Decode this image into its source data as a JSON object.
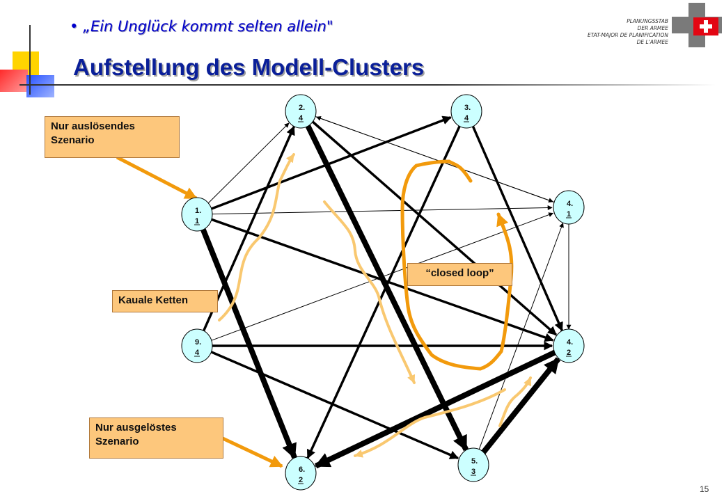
{
  "header": {
    "subtitle": "„Ein Unglück kommt selten allein\"",
    "title": "Aufstellung des Modell-Clusters",
    "org_lines": [
      "PLANUNGSSTAB",
      "DER ARMEE",
      "ETAT-MAJOR DE PLANIFICATION",
      "DE L'ARMEE"
    ],
    "page_number": "15"
  },
  "nodes": [
    {
      "id": "n11",
      "line1": "1.",
      "line2": "1"
    },
    {
      "id": "n24",
      "line1": "2.",
      "line2": "4"
    },
    {
      "id": "n34",
      "line1": "3.",
      "line2": "4"
    },
    {
      "id": "n41",
      "line1": "4.",
      "line2": "1"
    },
    {
      "id": "n42",
      "line1": "4.",
      "line2": "2"
    },
    {
      "id": "n53",
      "line1": "5.",
      "line2": "3"
    },
    {
      "id": "n62",
      "line1": "6.",
      "line2": "2"
    },
    {
      "id": "n94",
      "line1": "9.",
      "line2": "4"
    }
  ],
  "edges": [
    {
      "from": "n11",
      "to": "n24",
      "weight": "thin"
    },
    {
      "from": "n11",
      "to": "n34",
      "weight": "medium"
    },
    {
      "from": "n11",
      "to": "n41",
      "weight": "thin"
    },
    {
      "from": "n11",
      "to": "n42",
      "weight": "medium"
    },
    {
      "from": "n11",
      "to": "n62",
      "weight": "heavy"
    },
    {
      "from": "n24",
      "to": "n41",
      "weight": "thin"
    },
    {
      "from": "n41",
      "to": "n24",
      "weight": "thin"
    },
    {
      "from": "n24",
      "to": "n42",
      "weight": "medium"
    },
    {
      "from": "n24",
      "to": "n53",
      "weight": "heavy"
    },
    {
      "from": "n34",
      "to": "n42",
      "weight": "medium"
    },
    {
      "from": "n34",
      "to": "n62",
      "weight": "medium"
    },
    {
      "from": "n41",
      "to": "n42",
      "weight": "thin"
    },
    {
      "from": "n94",
      "to": "n24",
      "weight": "medium"
    },
    {
      "from": "n94",
      "to": "n41",
      "weight": "thin"
    },
    {
      "from": "n94",
      "to": "n42",
      "weight": "medium"
    },
    {
      "from": "n94",
      "to": "n53",
      "weight": "medium"
    },
    {
      "from": "n53",
      "to": "n41",
      "weight": "thin"
    },
    {
      "from": "n53",
      "to": "n42",
      "weight": "heavy"
    },
    {
      "from": "n42",
      "to": "n62",
      "weight": "heavy"
    }
  ],
  "labels": {
    "trigger_box": "Nur auslösendes Szenario",
    "triggered_box": "Nur ausgelöstes Szenario",
    "chains_box": "Kauale Ketten",
    "loop_box": "“closed loop”"
  },
  "colors": {
    "node_fill": "#ccffff",
    "label_box": "#fdc77c",
    "orange_arrow": "#f29a0c",
    "light_path": "#f9c870",
    "title": "#0a1f99",
    "subtitle": "#0000cc",
    "swiss_red": "#e30613"
  }
}
